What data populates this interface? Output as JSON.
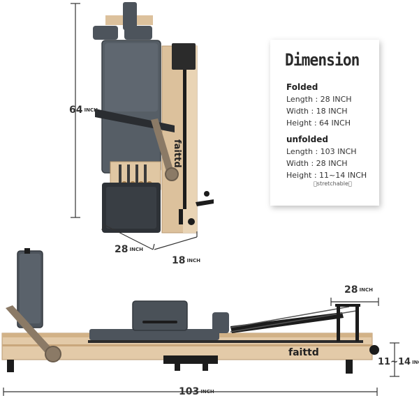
{
  "dimensions_panel": {
    "title": "Dimension",
    "folded_heading": "Folded",
    "folded": {
      "length": "Length : 28 INCH",
      "width": "Width : 18 INCH",
      "height": "Height : 64 INCH"
    },
    "unfolded_heading": "unfolded",
    "unfolded": {
      "length": "Length : 103 INCH",
      "width": "Width : 28 INCH",
      "height": "Height : 11~14 INCH"
    },
    "note": "\u0000stretchable\u0000"
  },
  "measurements": {
    "folded_height": {
      "value": "64",
      "unit": "INCH"
    },
    "folded_length": {
      "value": "28",
      "unit": "INCH"
    },
    "folded_width": {
      "value": "18",
      "unit": "INCH"
    },
    "unfolded_width": {
      "value": "28",
      "unit": "INCH"
    },
    "unfolded_height": {
      "value": "11~14",
      "unit": "INCH"
    },
    "unfolded_length": {
      "value": "103",
      "unit": "INCH"
    }
  },
  "brand": "faittd",
  "colors": {
    "wood": "#e2c9a6",
    "wood_dark": "#c9a77c",
    "upholstery": "#4d545c",
    "upholstery_dark": "#33383e",
    "metal": "#8b7a66",
    "black": "#1c1c1c"
  }
}
